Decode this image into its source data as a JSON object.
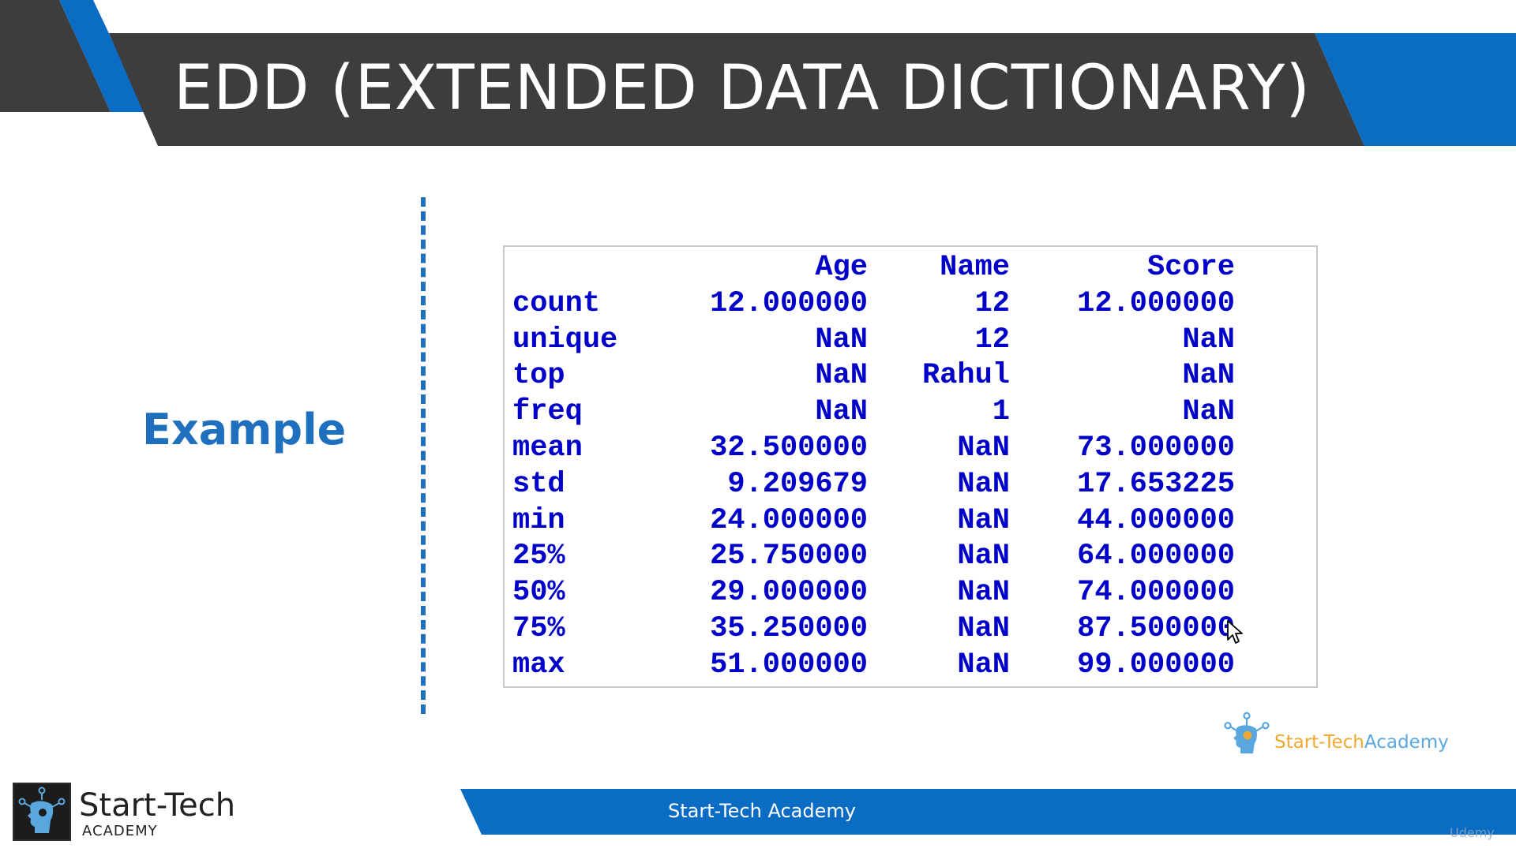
{
  "slide": {
    "title": "EDD (EXTENDED DATA DICTIONARY)",
    "example_label": "Example"
  },
  "table": {
    "headers": [
      "",
      "Age",
      "Name",
      "Score"
    ],
    "rows": [
      [
        "count",
        "12.000000",
        "12",
        "12.000000"
      ],
      [
        "unique",
        "NaN",
        "12",
        "NaN"
      ],
      [
        "top",
        "NaN",
        "Rahul",
        "NaN"
      ],
      [
        "freq",
        "NaN",
        "1",
        "NaN"
      ],
      [
        "mean",
        "32.500000",
        "NaN",
        "73.000000"
      ],
      [
        "std",
        "9.209679",
        "NaN",
        "17.653225"
      ],
      [
        "min",
        "24.000000",
        "NaN",
        "44.000000"
      ],
      [
        "25%",
        "25.750000",
        "NaN",
        "64.000000"
      ],
      [
        "50%",
        "29.000000",
        "NaN",
        "74.000000"
      ],
      [
        "75%",
        "35.250000",
        "NaN",
        "87.500000"
      ],
      [
        "max",
        "51.000000",
        "NaN",
        "99.000000"
      ]
    ]
  },
  "watermark": {
    "brand_part1": "Start-Tech",
    "brand_part2": "Academy",
    "icon": "robot-head-icon"
  },
  "footer": {
    "text": "Start-Tech Academy",
    "logo_name": "Start-Tech",
    "logo_sub": "ACADEMY",
    "logo_icon": "robot-head-icon",
    "udemy_mark": "Udemy"
  },
  "colors": {
    "header_dark": "#3d3d3d",
    "accent_blue": "#0a6cc2",
    "table_text": "#0000c8",
    "example_label": "#1f6fbf",
    "watermark_orange": "#f0a830",
    "watermark_blue": "#5aa7e0"
  }
}
